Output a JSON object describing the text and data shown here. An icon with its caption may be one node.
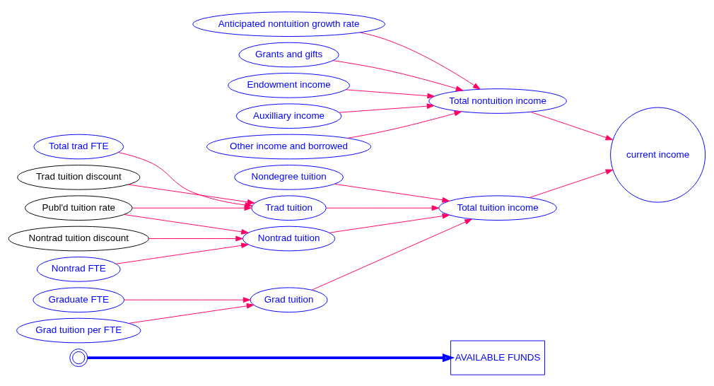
{
  "diagram": {
    "nodes": [
      {
        "text": [],
        "shape": "cloud"
      },
      {
        "text": [
          "current income"
        ]
      },
      {
        "text": [
          "AVAILABLE FUNDS"
        ]
      },
      {
        "text": [
          "Anticipated nontuition growth rate"
        ]
      },
      {
        "text": [
          "Total nontuition income"
        ]
      },
      {
        "text": [
          "Grants and gifts"
        ]
      },
      {
        "text": [
          "Endowment income"
        ]
      },
      {
        "text": [
          "Auxilliary income"
        ]
      },
      {
        "text": [
          "Other income and borrowed"
        ]
      },
      {
        "text": [
          "Total tuition income"
        ]
      },
      {
        "text": [
          "Nondegree tuition"
        ]
      },
      {
        "text": [
          "Total trad FTE"
        ]
      },
      {
        "text": [
          "Trad tuition"
        ]
      },
      {
        "text": [
          "Trad tuition discount"
        ]
      },
      {
        "text": [
          "Publ'd tuition rate"
        ]
      },
      {
        "text": [
          "Nontrad tuition discount"
        ]
      },
      {
        "text": [
          "Nontrad tuition"
        ]
      },
      {
        "text": [
          "Nontrad FTE"
        ]
      },
      {
        "text": [
          "Graduate FTE"
        ]
      },
      {
        "text": [
          "Grad tuition"
        ]
      },
      {
        "text": [
          "Grad tuition per FTE"
        ]
      }
    ],
    "edges": [
      {
        "from": 0,
        "to": 2,
        "arrow": "to",
        "style": "thick",
        "color": "#0000ff"
      },
      {
        "from": 3,
        "to": 4,
        "arrow": "to"
      },
      {
        "from": 4,
        "to": 1,
        "arrow": "to"
      },
      {
        "from": 5,
        "to": 4,
        "arrow": "to"
      },
      {
        "from": 6,
        "to": 4,
        "arrow": "to"
      },
      {
        "from": 7,
        "to": 4,
        "arrow": "to"
      },
      {
        "from": 8,
        "to": 4,
        "arrow": "to"
      },
      {
        "from": 9,
        "to": 1,
        "arrow": "to"
      },
      {
        "from": 10,
        "to": 9,
        "arrow": "to"
      },
      {
        "from": 12,
        "to": 9,
        "arrow": "to"
      },
      {
        "from": 16,
        "to": 9,
        "arrow": "to"
      },
      {
        "from": 19,
        "to": 9,
        "arrow": "to"
      },
      {
        "from": 11,
        "to": 12,
        "arrow": "to"
      },
      {
        "from": 13,
        "to": 12,
        "arrow": "to"
      },
      {
        "from": 14,
        "to": 12,
        "arrow": "to"
      },
      {
        "from": 14,
        "to": 16,
        "arrow": "to"
      },
      {
        "from": 15,
        "to": 16,
        "arrow": "to"
      },
      {
        "from": 17,
        "to": 16,
        "arrow": "to"
      },
      {
        "from": 18,
        "to": 19,
        "arrow": "to"
      },
      {
        "from": 20,
        "to": 19,
        "arrow": "to"
      }
    ]
  }
}
